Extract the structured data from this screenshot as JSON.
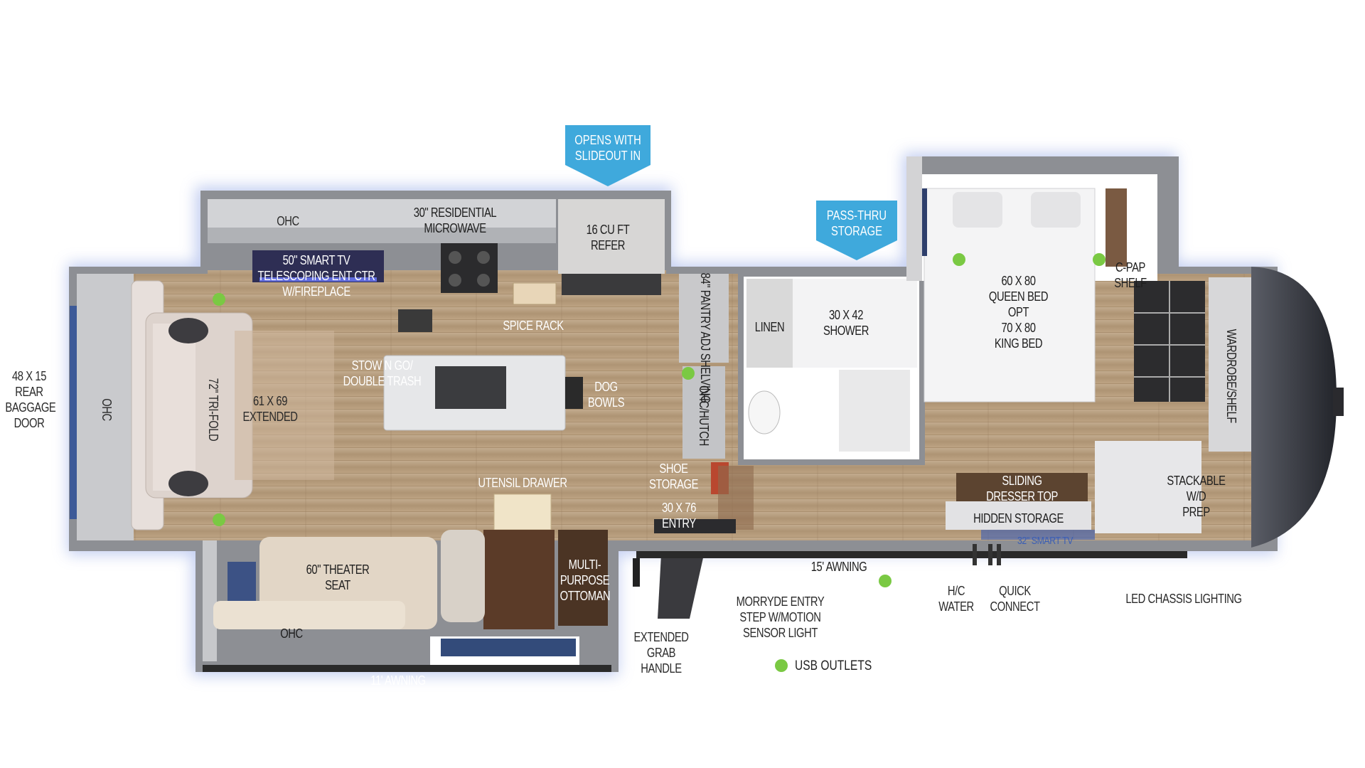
{
  "callouts": {
    "slideout": "OPENS WITH\nSLIDEOUT IN",
    "pass_thru": "PASS-THRU\nSTORAGE"
  },
  "labels": {
    "baggage_door": "48 x 15\nREAR\nBAGGAGE\nDOOR",
    "ohc_rear": "OHC",
    "trifold": "72\" TRI-FOLD",
    "extended": "61 x 69\nEXTENDED",
    "ohc_kitchen": "OHC",
    "microwave": "30\" RESIDENTIAL\nMICROWAVE",
    "refer": "16 CU FT\nREFER",
    "smart_tv_50": "50\" SMART TV\nTELESCOPING ENT CTR\nW/FIREPLACE",
    "spice_rack": "SPICE RACK",
    "stow_n_go": "STOW N GO/\nDOUBLE TRASH",
    "dog_bowls": "DOG\nBOWLS",
    "utensil_drawer": "UTENSIL DRAWER",
    "theater_seat": "60\" THEATER\nSEAT",
    "ohc_slide": "OHC",
    "ottoman": "MULTI-\nPURPOSE\nOTTOMAN",
    "awning_11": "11' AWNING",
    "pantry": "84\" PANTRY\nADJ SHELVING",
    "hutch": "OHC/HUTCH",
    "shoe_storage": "SHOE\nSTORAGE",
    "entry": "30 X 76\nENTRY",
    "linen": "LINEN",
    "shower": "30 x 42\nSHOWER",
    "bed": "60 x 80\nQUEEN BED\nOPT\n70 x 80\nKING BED",
    "cpap": "C-PAP\nSHELF",
    "wardrobe": "WARDROBE/SHELF",
    "sliding_dresser": "SLIDING\nDRESSER TOP",
    "hidden_storage": "HIDDEN STORAGE",
    "smart_tv_32": "32\" SMART TV",
    "stackable": "STACKABLE\nW/D\nPREP",
    "awning_15": "15' AWNING",
    "hc_water": "H/C\nWATER",
    "quick_connect": "QUICK\nCONNECT",
    "led_chassis": "LED CHASSIS LIGHTING",
    "morryde": "MORRYDE ENTRY\nSTEP W/MOTION\nSENSOR LIGHT",
    "grab_handle": "EXTENDED\nGRAB\nHANDLE"
  },
  "legend": {
    "usb_outlets": "USB OUTLETS"
  },
  "colors": {
    "usb_dot": "#7ac943",
    "callout_blue": "#3fa9dc",
    "glow": "#b9c6ee",
    "wall": "#8d8f94",
    "floor": "#b8a083",
    "cap": "#3a3d44"
  }
}
